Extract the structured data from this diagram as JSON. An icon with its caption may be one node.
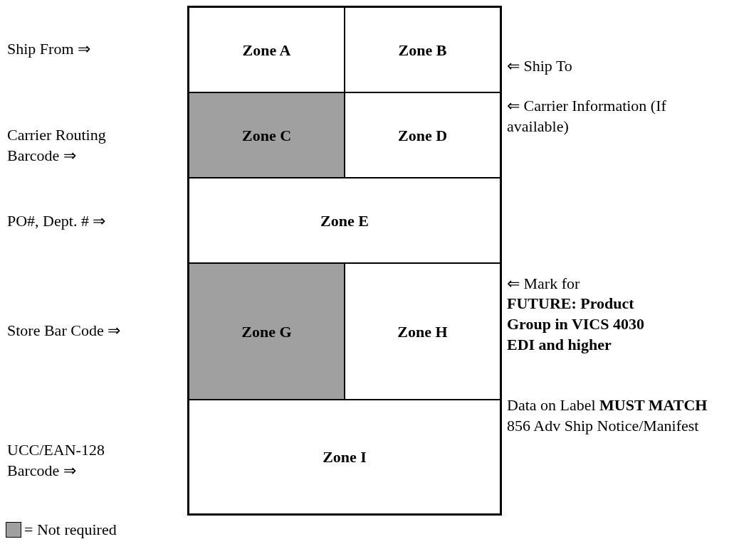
{
  "diagram": {
    "nodes": [
      {
        "text": [],
        "shape": "box"
      },
      {
        "text": [
          "Zone A"
        ],
        "in": 0
      },
      {
        "text": [
          "Zone B"
        ],
        "in": 0,
        "beside": [
          "⇐ Ship To"
        ]
      },
      {
        "text": [
          "Zone C"
        ],
        "in": 0
      },
      {
        "text": [
          "Zone D"
        ],
        "in": 0,
        "beside": [
          "⇐ Carrier Information (If available)"
        ]
      },
      {
        "text": [
          "Zone E"
        ],
        "in": 0
      },
      {
        "text": [
          "Zone G"
        ],
        "in": 0
      },
      {
        "text": [
          "Zone H"
        ],
        "in": 0,
        "beside": [
          "⇐ Mark for",
          "FUTURE: Product Group in VICS 4030 EDI and higher"
        ]
      },
      {
        "text": [
          "Zone I"
        ],
        "in": 0
      }
    ],
    "edges": [],
    "labels": [
      "Ship From ⇒",
      "Carrier Routing Barcode ⇒",
      "PO#, Dept. # ⇒",
      "Store Bar Code ⇒",
      "UCC/EAN-128 Barcode ⇒",
      "Data on Label **MUST MATCH** 856 Adv Ship Notice/Manifest"
    ],
    "legend": [
      {
        "text": "= Not required",
        "color": "#a0a0a0"
      }
    ]
  }
}
